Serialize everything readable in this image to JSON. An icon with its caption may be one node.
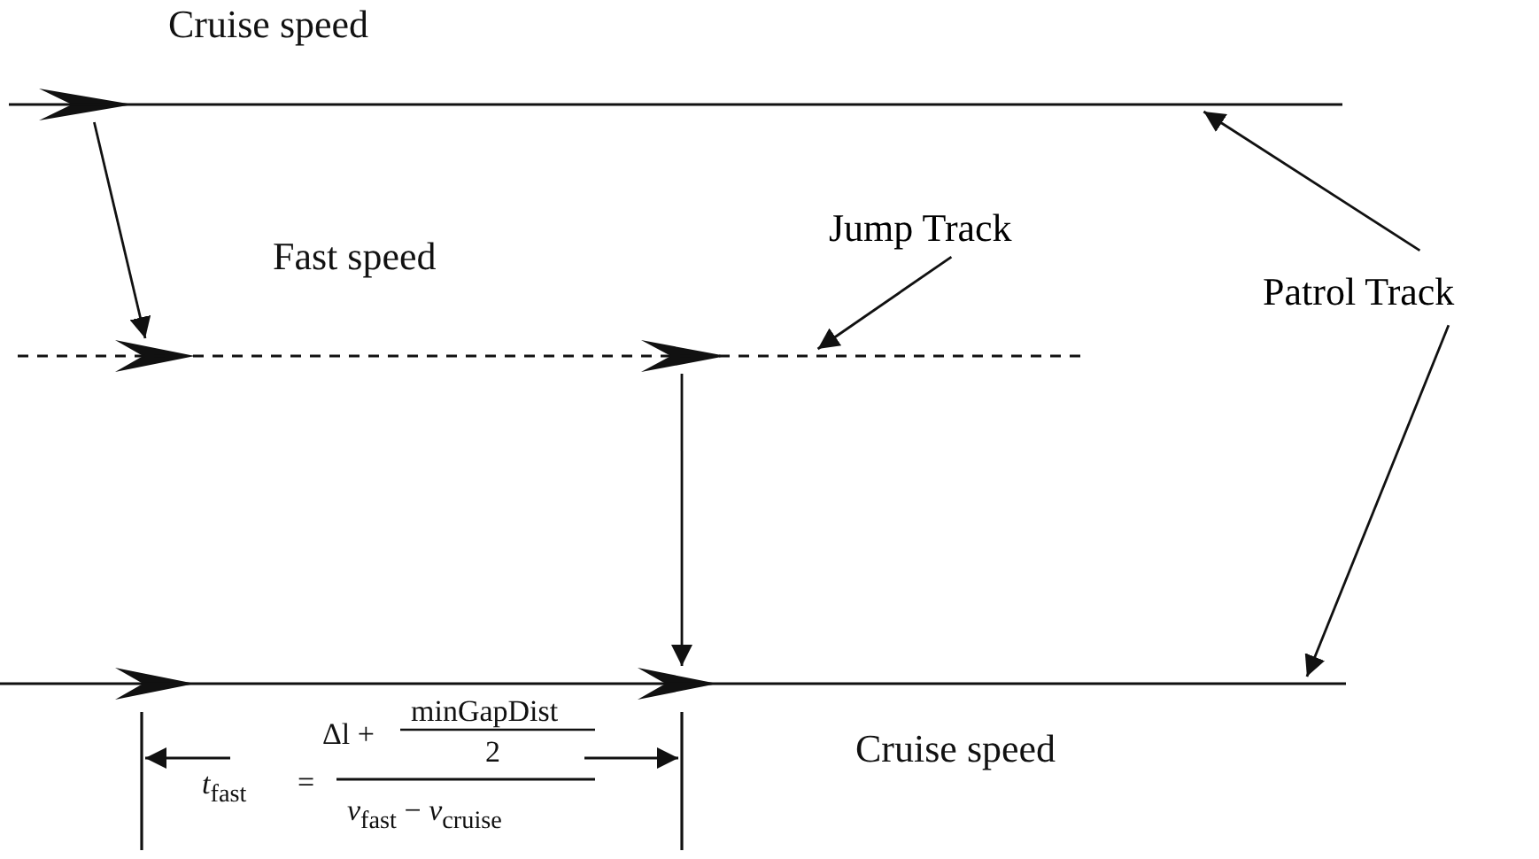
{
  "diagram": {
    "nodes": [
      {
        "text": [],
        "shape": "line",
        "beside": [
          "Cruise speed"
        ]
      },
      {
        "text": [],
        "shape": "line",
        "beside": [
          "Fast speed"
        ]
      },
      {
        "text": [],
        "shape": "line",
        "beside": [
          "Cruise speed"
        ]
      },
      {
        "text": [
          "Jump Track"
        ]
      },
      {
        "text": [
          "Patrol Track"
        ]
      }
    ],
    "edges": [
      {
        "from": 0,
        "to": 1,
        "arrow": "to"
      },
      {
        "from": 1,
        "to": 2,
        "arrow": "to"
      },
      {
        "from": 3,
        "to": 1,
        "arrow": "to"
      },
      {
        "from": 4,
        "to": 0,
        "arrow": "to"
      },
      {
        "from": 4,
        "to": 2,
        "arrow": "to"
      }
    ],
    "labels": [
      "*t*$_{fast}$",
      "=",
      "Δl +",
      "minGapDist",
      "2",
      "*v*$_{fast}$ − *v*$_{cruise}$"
    ]
  }
}
